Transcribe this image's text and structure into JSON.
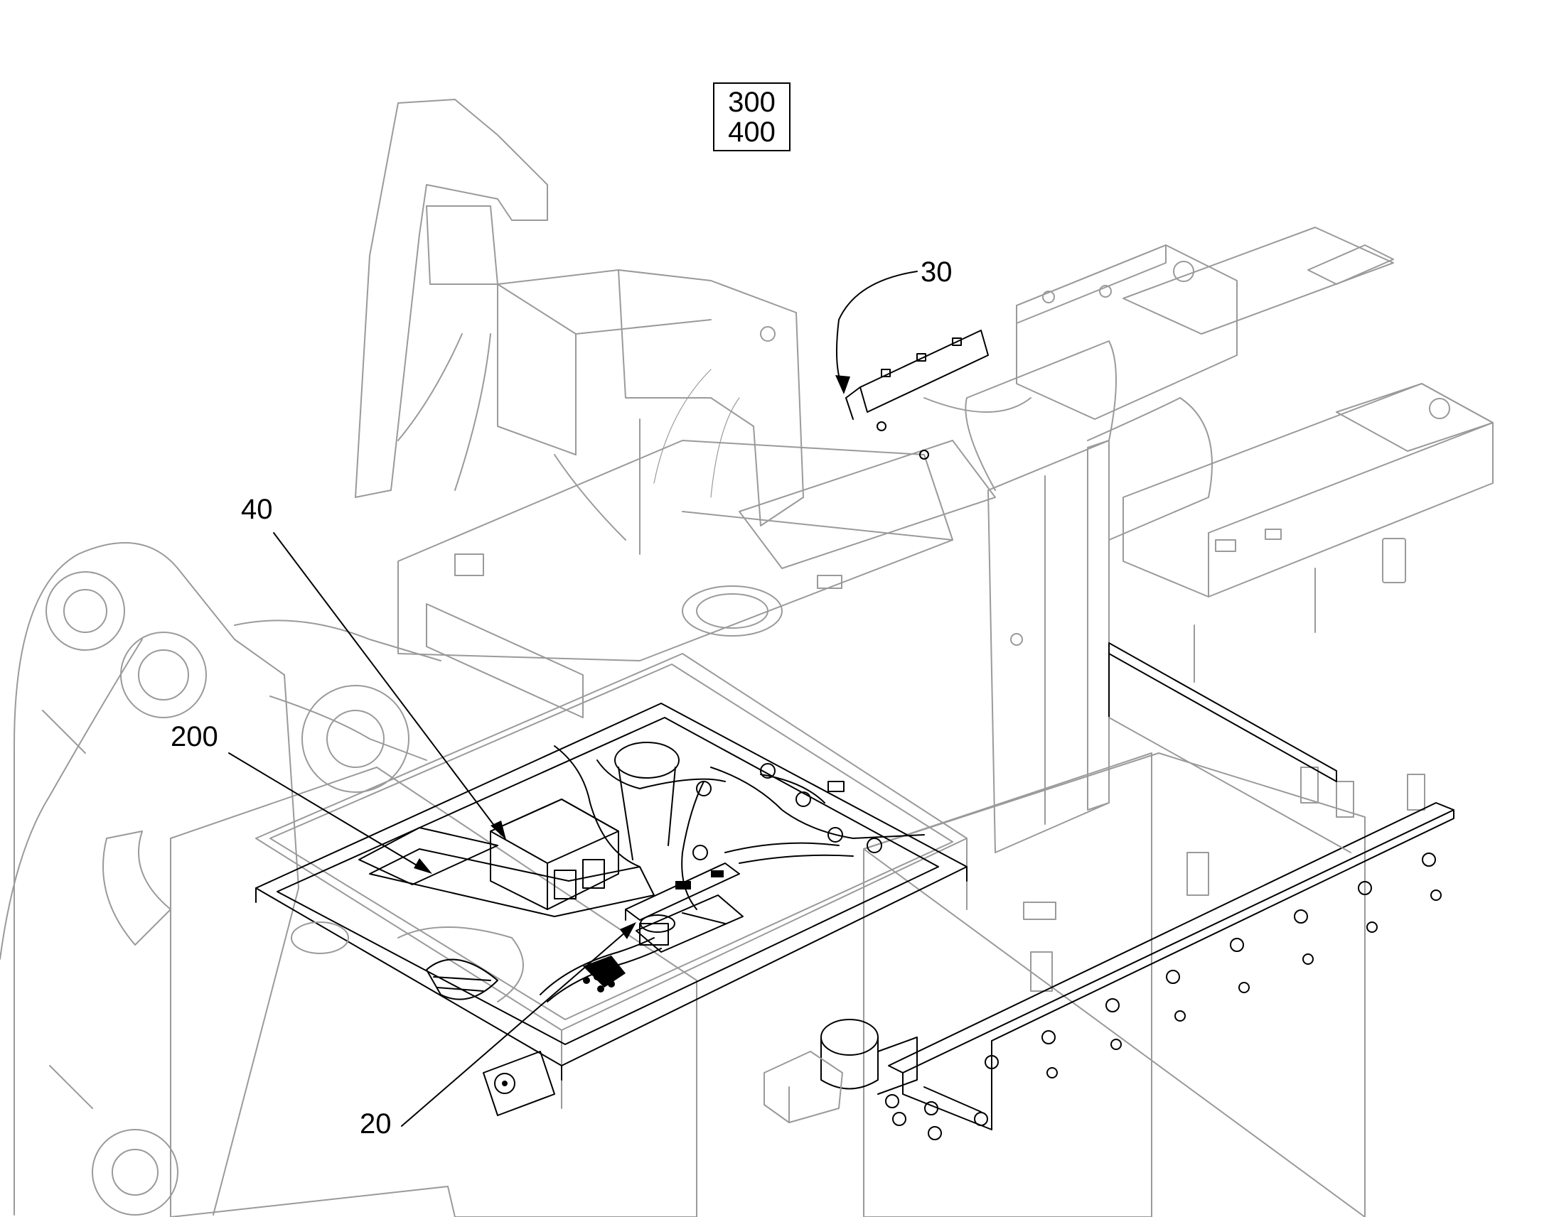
{
  "reference_box": {
    "line1": "300",
    "line2": "400"
  },
  "callouts": [
    {
      "id": "30",
      "label": "30"
    },
    {
      "id": "40",
      "label": "40"
    },
    {
      "id": "200",
      "label": "200"
    },
    {
      "id": "20",
      "label": "20"
    }
  ],
  "colors": {
    "ink": "#000000",
    "phantom": "#9a9a9a",
    "paper": "#ffffff"
  }
}
